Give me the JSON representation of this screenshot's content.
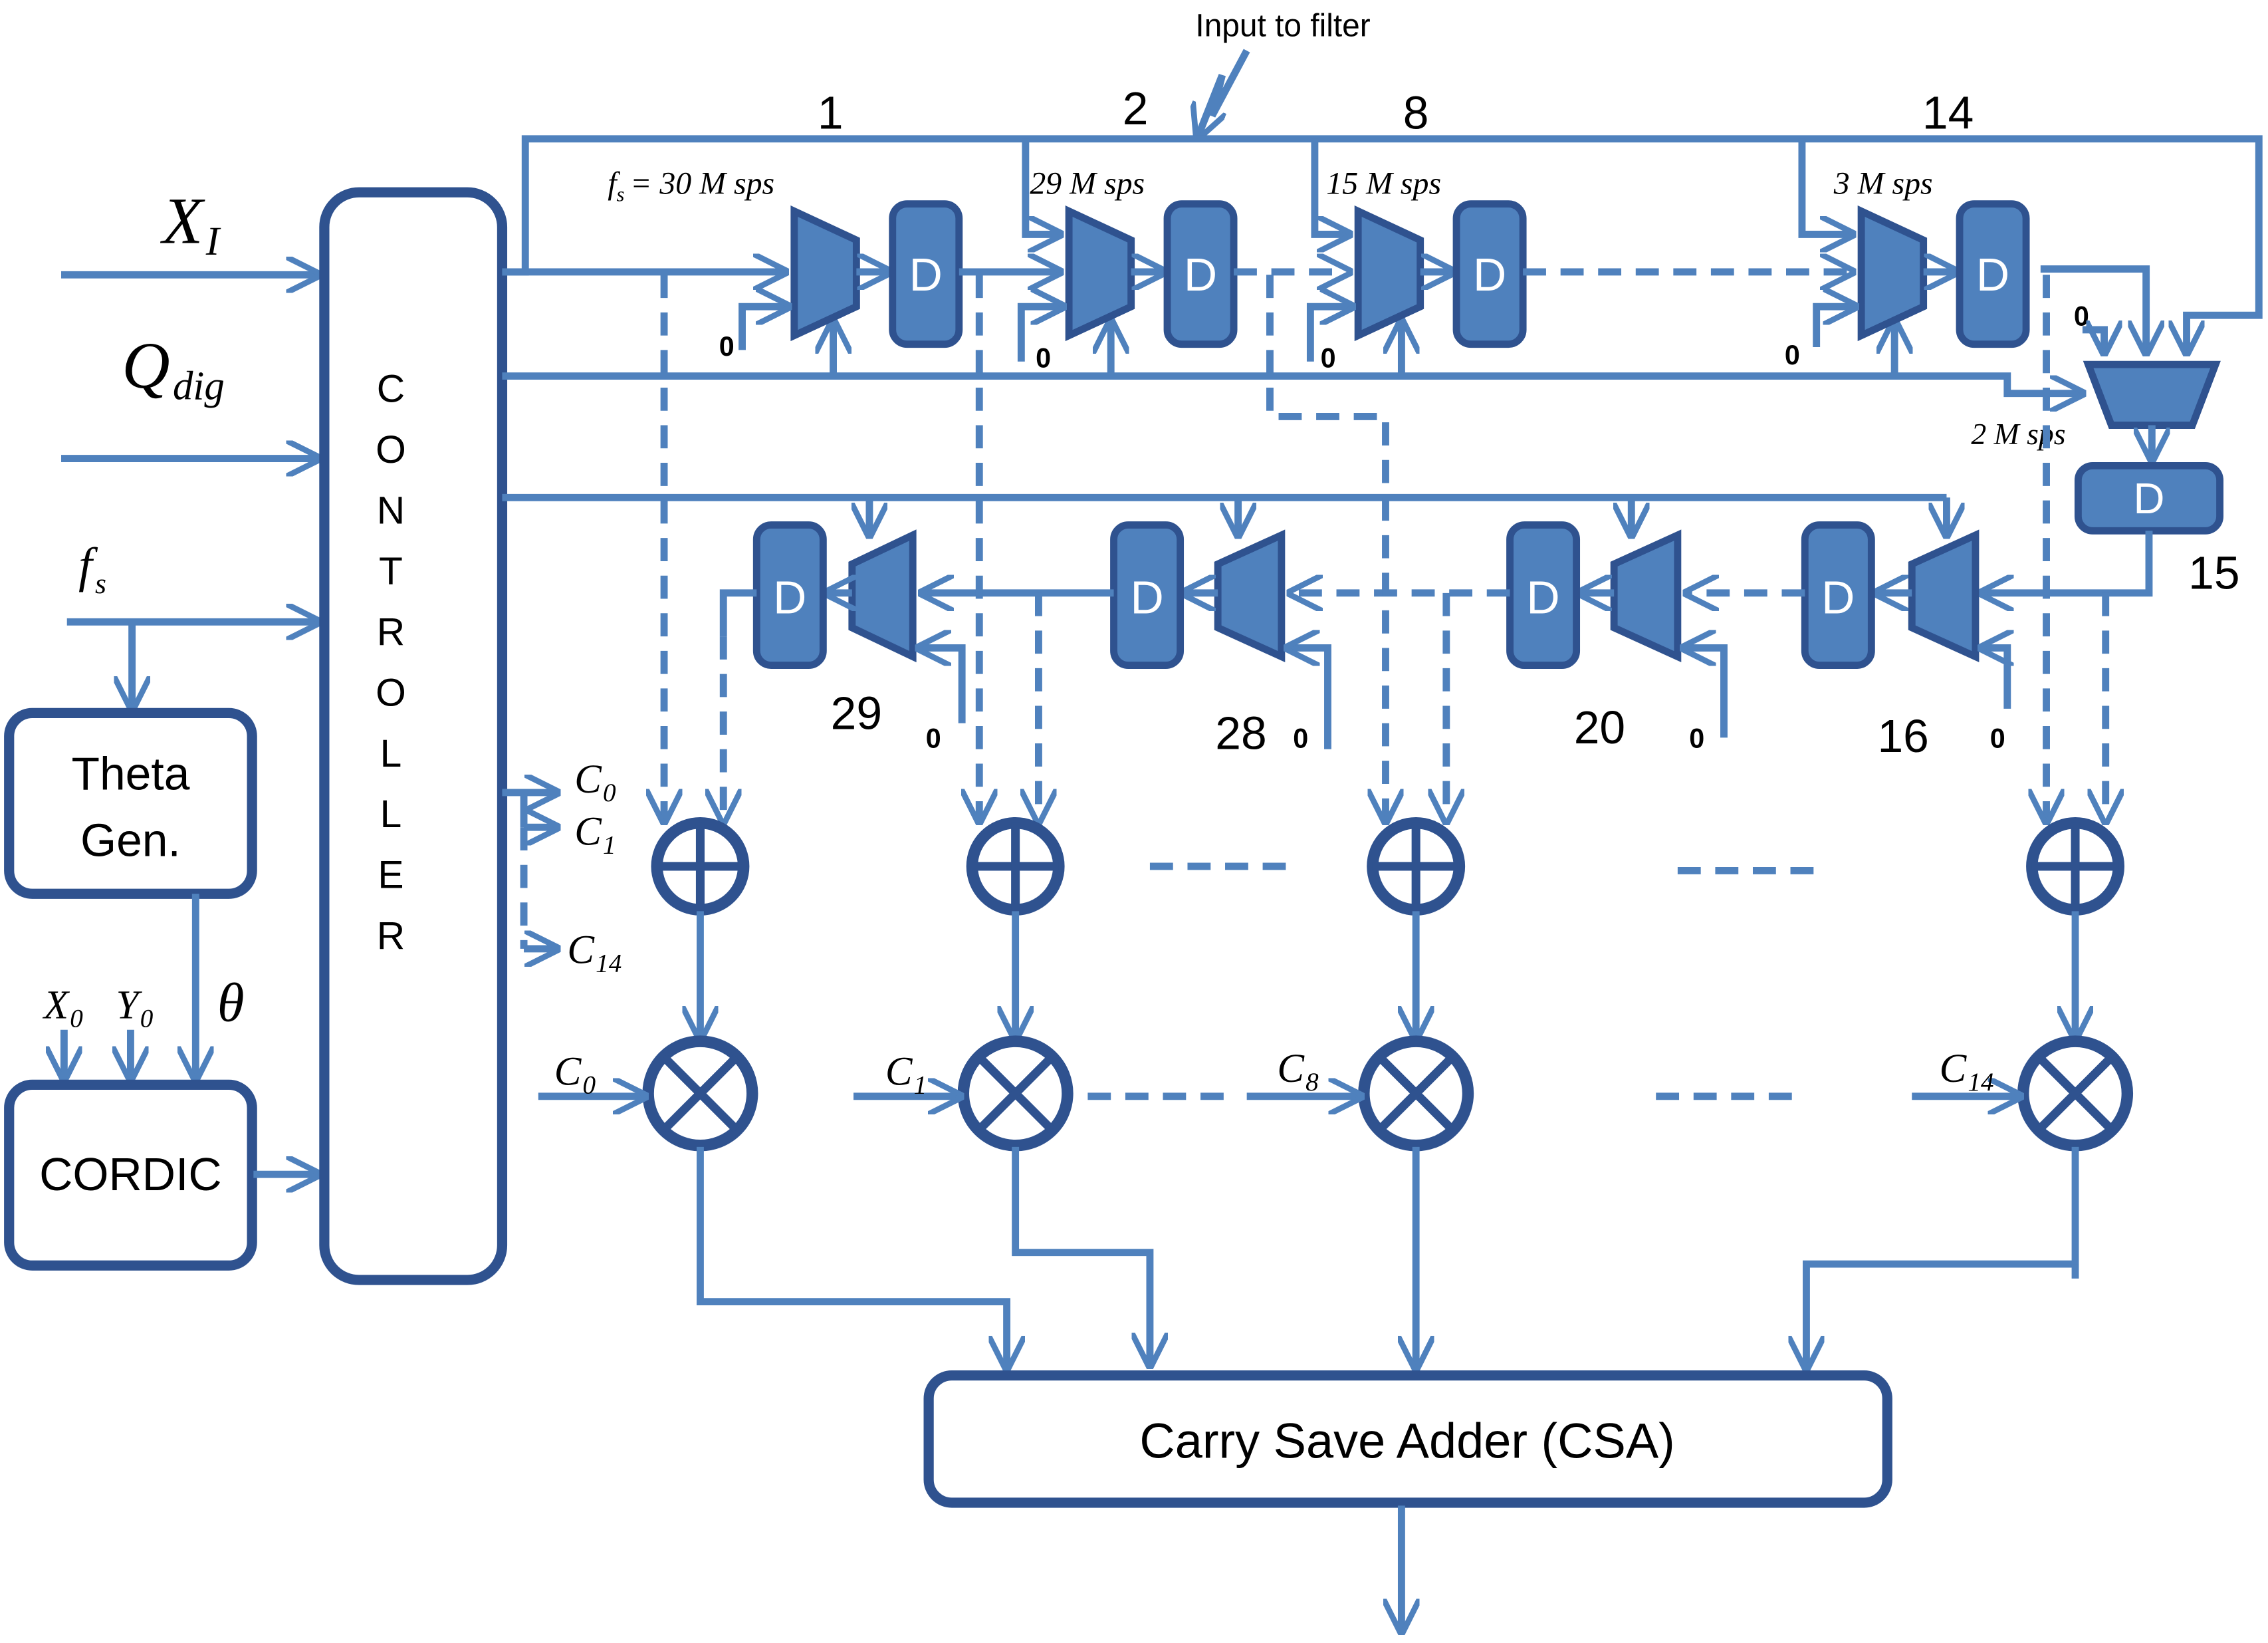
{
  "inputs": {
    "xi": "X",
    "xi_sub": "I",
    "qdig": "Q",
    "qdig_sub": "dig",
    "fs": "f",
    "fs_sub": "s",
    "x0": "X",
    "x0_sub": "0",
    "y0": "Y",
    "y0_sub": "0",
    "theta": "θ"
  },
  "blocks": {
    "controller": [
      "C",
      "O",
      "N",
      "T",
      "R",
      "O",
      "L",
      "L",
      "E",
      "R"
    ],
    "theta_gen_line1": "Theta",
    "theta_gen_line2": "Gen.",
    "cordic": "CORDIC",
    "csa": "Carry Save Adder (CSA)",
    "delay": "D"
  },
  "top_row": {
    "input_label": "Input to filter",
    "stage_numbers": [
      "1",
      "2",
      "8",
      "14"
    ],
    "rates": [
      "f",
      "= 30 M sps",
      "29 M sps",
      "15 M sps",
      "3 M sps"
    ],
    "zero": "0"
  },
  "turnaround": {
    "rate": "2 M sps",
    "stage": "15"
  },
  "bottom_row": {
    "stage_numbers": [
      "29",
      "28",
      "20",
      "16"
    ]
  },
  "coefficients": {
    "ctrl_out": [
      [
        "C",
        "0"
      ],
      [
        "C",
        "1"
      ],
      [
        "C",
        "14"
      ]
    ],
    "mult_in": [
      [
        "C",
        "0"
      ],
      [
        "C",
        "1"
      ],
      [
        "C",
        "8"
      ],
      [
        "C",
        "14"
      ]
    ]
  }
}
